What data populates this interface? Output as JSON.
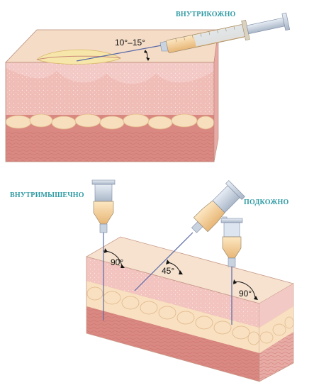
{
  "labels": {
    "intradermal": "ВНУТРИКОЖНО",
    "intramuscular": "ВНУТРИМЫШЕЧНО",
    "subcutaneous": "ПОДКОЖНО"
  },
  "angles": {
    "intradermal": "10°–15°",
    "intramuscular": "90°",
    "subcutaneous_oblique": "45°",
    "subcutaneous_vertical": "90°"
  },
  "colors": {
    "label": "#2e9aa3",
    "skin_top": "#f1d3bd",
    "epidermis": "#f0c6c4",
    "dermis": "#f0b8b5",
    "fat": "#f6dcb8",
    "muscle": "#d98882",
    "syringe_fluid": "#f5d8a6",
    "needle": "#5a6aa8"
  }
}
